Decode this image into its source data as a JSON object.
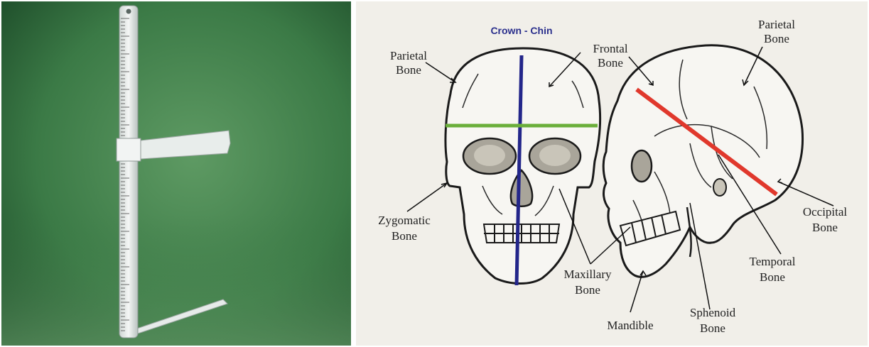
{
  "photo": {
    "description_icon": "sliding-caliper-ruler-icon",
    "background_colors": [
      "#4a8a52",
      "#1f4d2a"
    ]
  },
  "diagram": {
    "title": "Crown - Chin",
    "title_color": "#2a2f8c",
    "labels": {
      "parietal_front_1": "Parietal",
      "parietal_front_2": "Bone",
      "frontal_1": "Frontal",
      "frontal_2": "Bone",
      "parietal_side_1": "Parietal",
      "parietal_side_2": "Bone",
      "zygomatic_1": "Zygomatic",
      "zygomatic_2": "Bone",
      "occipital_1": "Occipital",
      "occipital_2": "Bone",
      "temporal_1": "Temporal",
      "temporal_2": "Bone",
      "maxillary_1": "Maxillary",
      "maxillary_2": "Bone",
      "sphenoid_1": "Sphenoid",
      "sphenoid_2": "Bone",
      "mandible": "Mandible"
    },
    "line_colors": {
      "vertical": "#23268a",
      "horizontal": "#6aae3a",
      "diagonal": "#e0382c"
    }
  }
}
